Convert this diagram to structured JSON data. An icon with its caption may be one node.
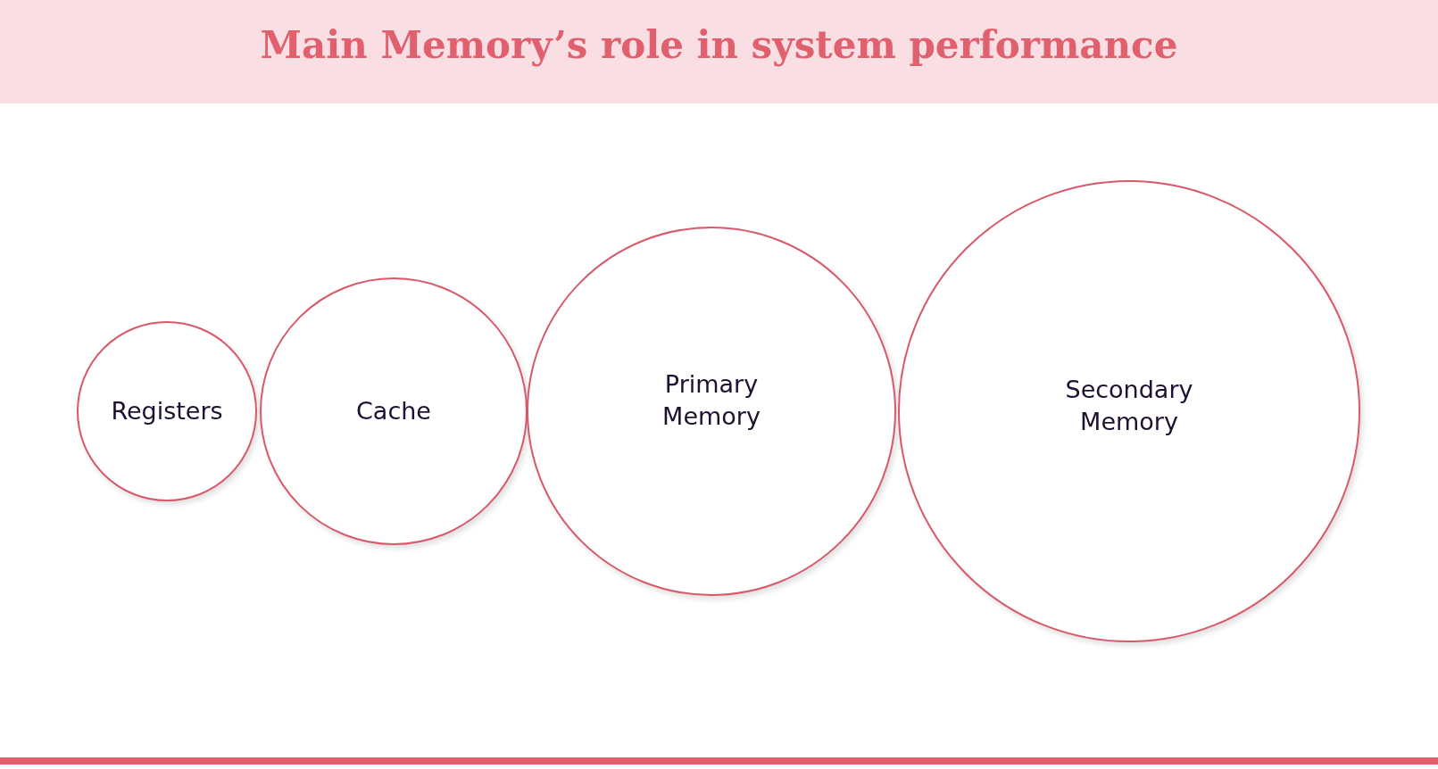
{
  "diagram": {
    "title": "Main Memory’s role in system performance",
    "nodes": [
      {
        "text": [
          "Registers"
        ]
      },
      {
        "text": [
          "Cache"
        ]
      },
      {
        "text": [
          "Primary Memory"
        ]
      },
      {
        "text": [
          "Secondary Memory"
        ]
      }
    ]
  }
}
